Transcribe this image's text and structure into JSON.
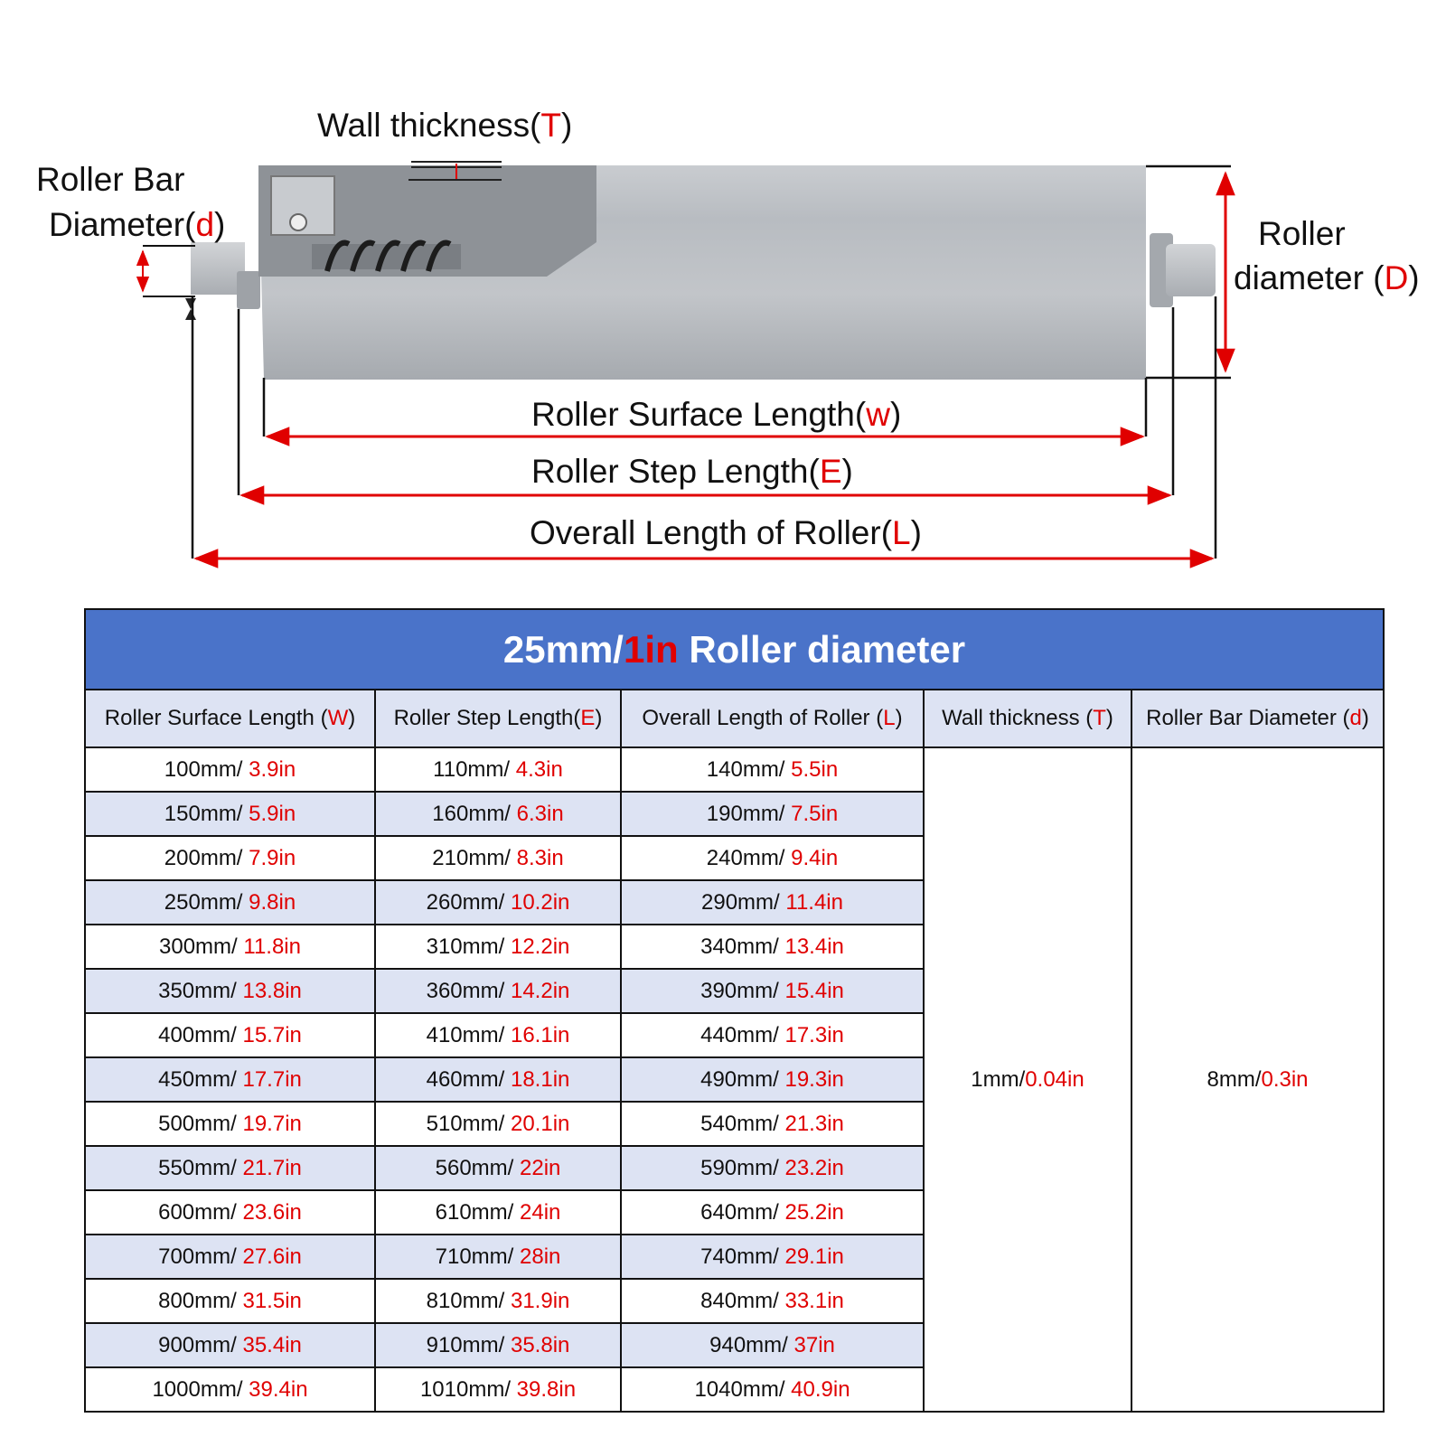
{
  "diagram": {
    "labels": {
      "wall_thickness": {
        "text": "Wall thickness",
        "symbol": "T"
      },
      "roller_bar_diameter_line1": "Roller Bar",
      "roller_bar_diameter_line2": {
        "text": "Diameter",
        "symbol": "d"
      },
      "roller_diameter_line1": "Roller",
      "roller_diameter_line2": {
        "text": "diameter",
        "symbol": "D"
      },
      "surface_length": {
        "text": "Roller Surface Length",
        "symbol": "w"
      },
      "step_length": {
        "text": "Roller Step Length",
        "symbol": "E"
      },
      "overall_length": {
        "text": "Overall Length of Roller",
        "symbol": "L"
      }
    }
  },
  "table": {
    "title_prefix": "25mm/",
    "title_red": "1in",
    "title_suffix": " Roller diameter",
    "headers": [
      {
        "text": "Roller Surface Length ",
        "symbol": "W"
      },
      {
        "text": "Roller Step Length",
        "symbol": "E"
      },
      {
        "text": "Overall Length of Roller ",
        "symbol": "L"
      },
      {
        "text": "Wall thickness ",
        "symbol": "T"
      },
      {
        "text": "Roller Bar Diameter ",
        "symbol": "d"
      }
    ],
    "rows": [
      [
        [
          "100mm/ ",
          "3.9in"
        ],
        [
          "110mm/ ",
          "4.3in"
        ],
        [
          "140mm/ ",
          "5.5in"
        ]
      ],
      [
        [
          "150mm/ ",
          "5.9in"
        ],
        [
          "160mm/ ",
          "6.3in"
        ],
        [
          "190mm/ ",
          "7.5in"
        ]
      ],
      [
        [
          "200mm/ ",
          "7.9in"
        ],
        [
          "210mm/ ",
          "8.3in"
        ],
        [
          "240mm/ ",
          "9.4in"
        ]
      ],
      [
        [
          "250mm/ ",
          "9.8in"
        ],
        [
          "260mm/ ",
          "10.2in"
        ],
        [
          "290mm/ ",
          "11.4in"
        ]
      ],
      [
        [
          "300mm/ ",
          "11.8in"
        ],
        [
          "310mm/ ",
          "12.2in"
        ],
        [
          "340mm/ ",
          "13.4in"
        ]
      ],
      [
        [
          "350mm/ ",
          "13.8in"
        ],
        [
          "360mm/ ",
          "14.2in"
        ],
        [
          "390mm/ ",
          "15.4in"
        ]
      ],
      [
        [
          "400mm/ ",
          "15.7in"
        ],
        [
          "410mm/ ",
          "16.1in"
        ],
        [
          "440mm/ ",
          "17.3in"
        ]
      ],
      [
        [
          "450mm/ ",
          "17.7in"
        ],
        [
          "460mm/ ",
          "18.1in"
        ],
        [
          "490mm/ ",
          "19.3in"
        ]
      ],
      [
        [
          "500mm/ ",
          "19.7in"
        ],
        [
          "510mm/ ",
          "20.1in"
        ],
        [
          "540mm/ ",
          "21.3in"
        ]
      ],
      [
        [
          "550mm/ ",
          "21.7in"
        ],
        [
          "560mm/ ",
          "22in"
        ],
        [
          "590mm/ ",
          "23.2in"
        ]
      ],
      [
        [
          "600mm/ ",
          "23.6in"
        ],
        [
          "610mm/ ",
          "24in"
        ],
        [
          "640mm/ ",
          "25.2in"
        ]
      ],
      [
        [
          "700mm/ ",
          "27.6in"
        ],
        [
          "710mm/ ",
          "28in"
        ],
        [
          "740mm/ ",
          "29.1in"
        ]
      ],
      [
        [
          "800mm/ ",
          "31.5in"
        ],
        [
          "810mm/ ",
          "31.9in"
        ],
        [
          "840mm/ ",
          "33.1in"
        ]
      ],
      [
        [
          "900mm/ ",
          "35.4in"
        ],
        [
          "910mm/ ",
          "35.8in"
        ],
        [
          "940mm/ ",
          "37in"
        ]
      ],
      [
        [
          "1000mm/ ",
          "39.4in"
        ],
        [
          "1010mm/ ",
          "39.8in"
        ],
        [
          "1040mm/ ",
          "40.9in"
        ]
      ]
    ],
    "wall_thickness_value": [
      "1mm/",
      "0.04in"
    ],
    "bar_diameter_value": [
      "8mm/",
      "0.3in"
    ]
  },
  "colors": {
    "accent_red": "#e00000",
    "title_blue": "#4a73c9",
    "header_bg": "#dde3f3",
    "roller_gray": "#b9bdc1"
  }
}
